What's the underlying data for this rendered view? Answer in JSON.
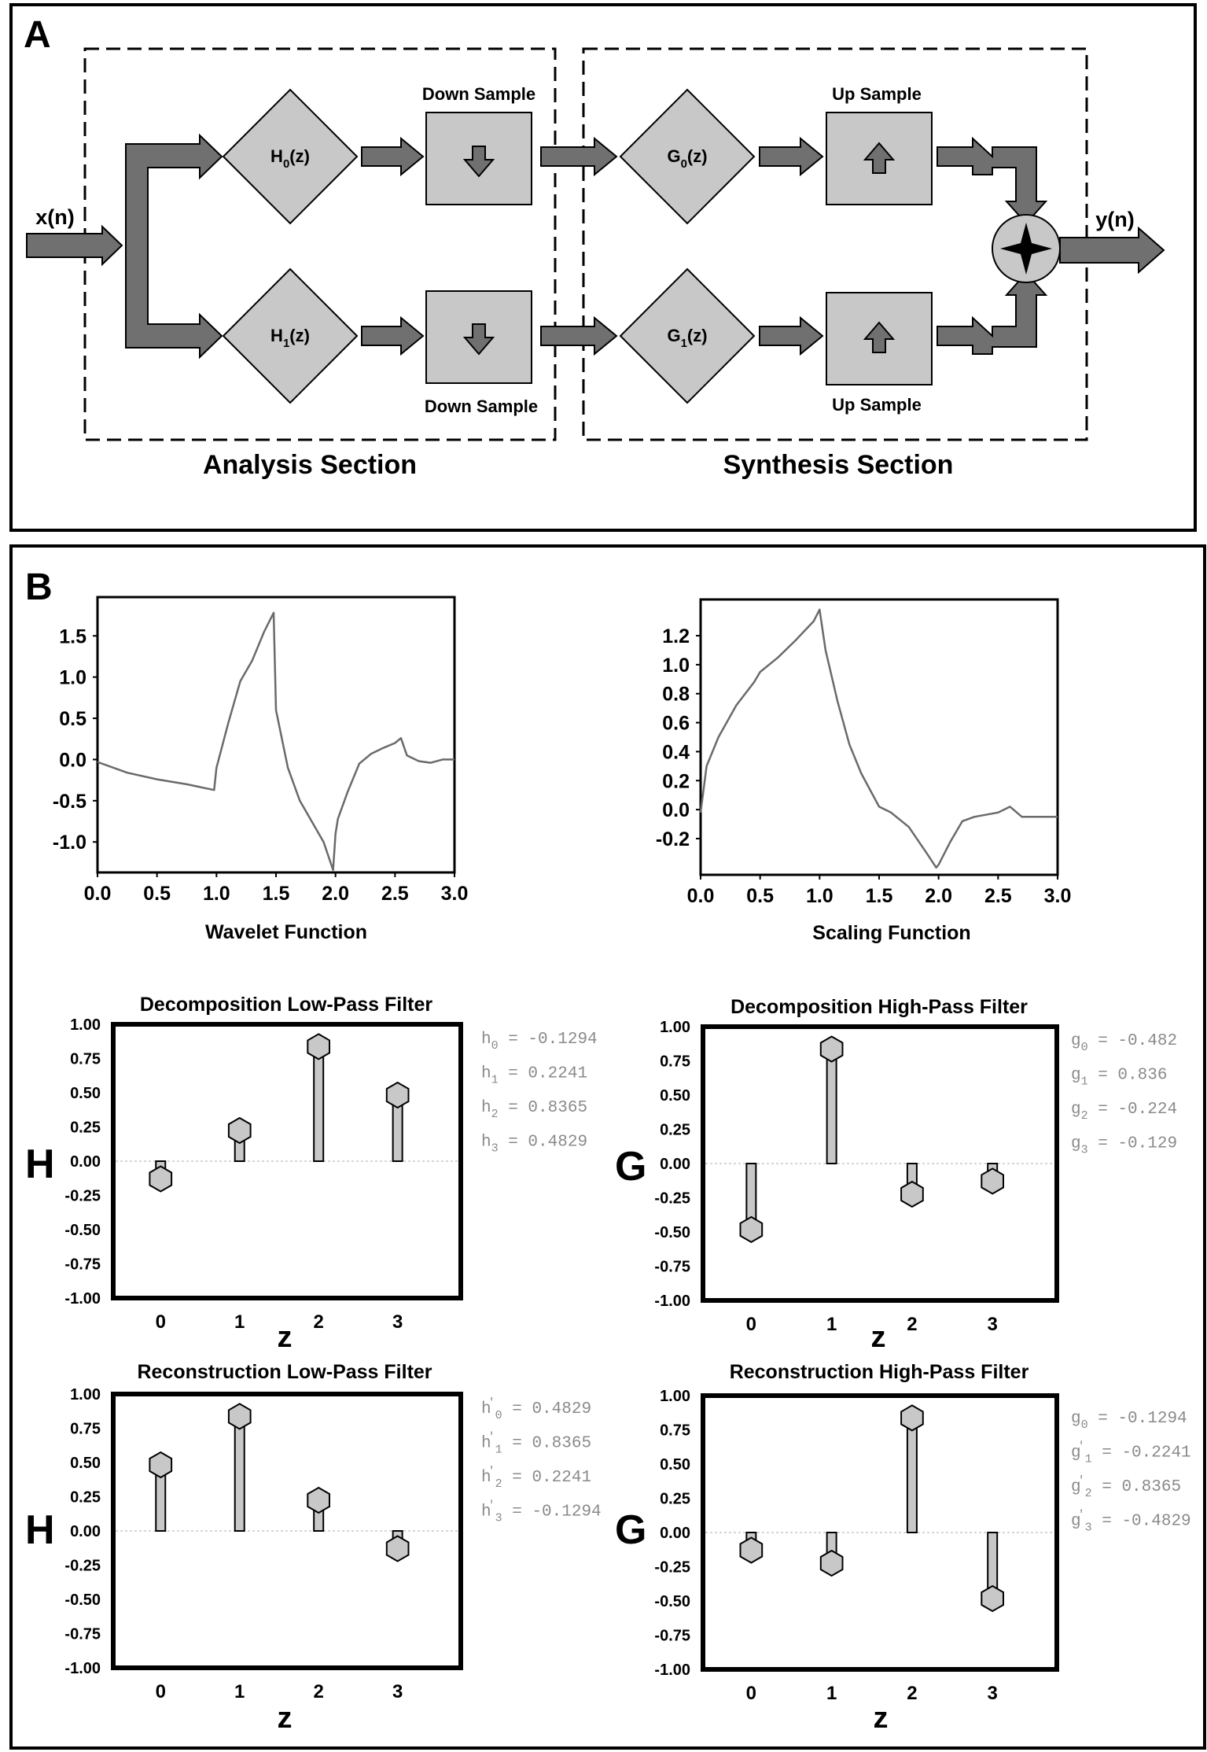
{
  "panel_a": {
    "label": "A",
    "input": "x(n)",
    "output": "y(n)",
    "analysis_title": "Analysis Section",
    "synthesis_title": "Synthesis Section",
    "down_sample_top": "Down Sample",
    "down_sample_bottom": "Down Sample",
    "up_sample_top": "Up Sample",
    "up_sample_bottom": "Up Sample",
    "filters": {
      "h0": {
        "base": "H",
        "sub": "0",
        "tail": "(z)"
      },
      "h1": {
        "base": "H",
        "sub": "1",
        "tail": "(z)"
      },
      "g0": {
        "base": "G",
        "sub": "0",
        "tail": "(z)"
      },
      "g1": {
        "base": "G",
        "sub": "1",
        "tail": "(z)"
      }
    },
    "colors": {
      "block": "#c8c8c8",
      "arrow": "#707070",
      "outline": "#000000"
    }
  },
  "panel_b": {
    "label": "B",
    "wavelet_label": "Wavelet Function",
    "scaling_label": "Scaling Function",
    "filter_titles": {
      "dlp": "Decomposition Low-Pass Filter",
      "dhp": "Decomposition  High-Pass Filter",
      "rlp": "Reconstruction Low-Pass Filter",
      "rhp": "Reconstruction  High-Pass Filter"
    },
    "axis_letters": {
      "h": "H",
      "g": "G",
      "z": "z"
    },
    "coef_lists": {
      "dlp": [
        {
          "sym": "h",
          "sub": "0",
          "prime": "",
          "val": "= -0.1294"
        },
        {
          "sym": "h",
          "sub": "1",
          "prime": "",
          "val": "=  0.2241"
        },
        {
          "sym": "h",
          "sub": "2",
          "prime": "",
          "val": "=  0.8365"
        },
        {
          "sym": "h",
          "sub": "3",
          "prime": "",
          "val": "=  0.4829"
        }
      ],
      "dhp": [
        {
          "sym": "g",
          "sub": "0",
          "prime": "",
          "val": "= -0.482"
        },
        {
          "sym": "g",
          "sub": "1",
          "prime": "",
          "val": "=  0.836"
        },
        {
          "sym": "g",
          "sub": "2",
          "prime": "",
          "val": "= -0.224"
        },
        {
          "sym": "g",
          "sub": "3",
          "prime": "",
          "val": "= -0.129"
        }
      ],
      "rlp": [
        {
          "sym": "h",
          "sub": "0",
          "prime": "'",
          "val": "=  0.4829"
        },
        {
          "sym": "h",
          "sub": "1",
          "prime": "'",
          "val": "=  0.8365"
        },
        {
          "sym": "h",
          "sub": "2",
          "prime": "'",
          "val": "=  0.2241"
        },
        {
          "sym": "h",
          "sub": "3",
          "prime": "'",
          "val": "= -0.1294"
        }
      ],
      "rhp": [
        {
          "sym": "g",
          "sub": "0",
          "prime": "",
          "val": "= -0.1294"
        },
        {
          "sym": "g",
          "sub": "1",
          "prime": "'",
          "val": "= -0.2241"
        },
        {
          "sym": "g",
          "sub": "2",
          "prime": "'",
          "val": "=  0.8365"
        },
        {
          "sym": "g",
          "sub": "3",
          "prime": "'",
          "val": "= -0.4829"
        }
      ]
    }
  },
  "chart_data": [
    {
      "id": "wavelet",
      "type": "line",
      "title": "",
      "xlabel": "Wavelet Function",
      "ylabel": "",
      "xlim": [
        0,
        3
      ],
      "ylim": [
        -1.37,
        1.97
      ],
      "xticks": [
        0.0,
        0.5,
        1.0,
        1.5,
        2.0,
        2.5,
        3.0
      ],
      "xtick_labels": [
        "0.0",
        "0.5",
        "1.0",
        "1.5",
        "2.0",
        "2.5",
        "3.0"
      ],
      "yticks": [
        1.5,
        1.0,
        0.5,
        0.0,
        -0.5,
        -1.0
      ],
      "ytick_labels": [
        "1.5",
        "1.0",
        "0.5",
        "0.0",
        "-0.5",
        "-1.0"
      ],
      "grid": false,
      "x": [
        0.0,
        0.25,
        0.5,
        0.75,
        0.98,
        1.0,
        1.1,
        1.2,
        1.3,
        1.4,
        1.48,
        1.5,
        1.6,
        1.7,
        1.8,
        1.9,
        1.98,
        2.0,
        2.02,
        2.1,
        2.2,
        2.3,
        2.4,
        2.5,
        2.55,
        2.6,
        2.7,
        2.8,
        2.9,
        3.0
      ],
      "y": [
        -0.03,
        -0.16,
        -0.24,
        -0.3,
        -0.37,
        -0.1,
        0.45,
        0.95,
        1.2,
        1.55,
        1.78,
        0.6,
        -0.1,
        -0.5,
        -0.75,
        -1.0,
        -1.34,
        -0.9,
        -0.72,
        -0.4,
        -0.05,
        0.07,
        0.14,
        0.2,
        0.26,
        0.05,
        -0.02,
        -0.04,
        0.0,
        0.0
      ]
    },
    {
      "id": "scaling",
      "type": "line",
      "title": "",
      "xlabel": "Scaling Function",
      "ylabel": "",
      "xlim": [
        0,
        3
      ],
      "ylim": [
        -0.45,
        1.45
      ],
      "xticks": [
        0.0,
        0.5,
        1.0,
        1.5,
        2.0,
        2.5,
        3.0
      ],
      "xtick_labels": [
        "0.0",
        "0.5",
        "1.0",
        "1.5",
        "2.0",
        "2.5",
        "3.0"
      ],
      "yticks": [
        1.2,
        1.0,
        0.8,
        0.6,
        0.4,
        0.2,
        0.0,
        -0.2
      ],
      "ytick_labels": [
        "1.2",
        "1.0",
        "0.8",
        "0.6",
        "0.4",
        "0.2",
        "0.0",
        "-0.2"
      ],
      "grid": false,
      "x": [
        0.0,
        0.05,
        0.15,
        0.3,
        0.45,
        0.5,
        0.65,
        0.8,
        0.95,
        1.0,
        1.05,
        1.15,
        1.25,
        1.35,
        1.5,
        1.6,
        1.75,
        1.9,
        1.98,
        2.0,
        2.1,
        2.2,
        2.3,
        2.5,
        2.6,
        2.7,
        2.8,
        3.0
      ],
      "y": [
        -0.02,
        0.3,
        0.5,
        0.72,
        0.88,
        0.95,
        1.05,
        1.17,
        1.3,
        1.38,
        1.1,
        0.75,
        0.45,
        0.25,
        0.02,
        -0.02,
        -0.12,
        -0.3,
        -0.4,
        -0.38,
        -0.22,
        -0.08,
        -0.05,
        -0.02,
        0.02,
        -0.05,
        -0.05,
        -0.05
      ]
    },
    {
      "id": "dlp",
      "type": "bar",
      "title": "Decomposition Low-Pass Filter",
      "xlabel": "z",
      "ylabel": "H",
      "categories": [
        "0",
        "1",
        "2",
        "3"
      ],
      "values": [
        -0.1294,
        0.2241,
        0.8365,
        0.4829
      ],
      "ylim": [
        -1.0,
        1.0
      ],
      "yticks": [
        "1.00",
        "0.75",
        "0.50",
        "0.25",
        "0.00",
        "-0.25",
        "-0.50",
        "-0.75",
        "-1.00"
      ]
    },
    {
      "id": "dhp",
      "type": "bar",
      "title": "Decomposition  High-Pass Filter",
      "xlabel": "z",
      "ylabel": "G",
      "categories": [
        "0",
        "1",
        "2",
        "3"
      ],
      "values": [
        -0.482,
        0.836,
        -0.224,
        -0.129
      ],
      "ylim": [
        -1.0,
        1.0
      ],
      "yticks": [
        "1.00",
        "0.75",
        "0.50",
        "0.25",
        "0.00",
        "-0.25",
        "-0.50",
        "-0.75",
        "-1.00"
      ]
    },
    {
      "id": "rlp",
      "type": "bar",
      "title": "Reconstruction Low-Pass Filter",
      "xlabel": "z",
      "ylabel": "H",
      "categories": [
        "0",
        "1",
        "2",
        "3"
      ],
      "values": [
        0.4829,
        0.8365,
        0.2241,
        -0.1294
      ],
      "ylim": [
        -1.0,
        1.0
      ],
      "yticks": [
        "1.00",
        "0.75",
        "0.50",
        "0.25",
        "0.00",
        "-0.25",
        "-0.50",
        "-0.75",
        "-1.00"
      ]
    },
    {
      "id": "rhp",
      "type": "bar",
      "title": "Reconstruction  High-Pass Filter",
      "xlabel": "z",
      "ylabel": "G",
      "categories": [
        "0",
        "1",
        "2",
        "3"
      ],
      "values": [
        -0.1294,
        -0.2241,
        0.8365,
        -0.4829
      ],
      "ylim": [
        -1.0,
        1.0
      ],
      "yticks": [
        "1.00",
        "0.75",
        "0.50",
        "0.25",
        "0.00",
        "-0.25",
        "-0.50",
        "-0.75",
        "-1.00"
      ]
    }
  ]
}
